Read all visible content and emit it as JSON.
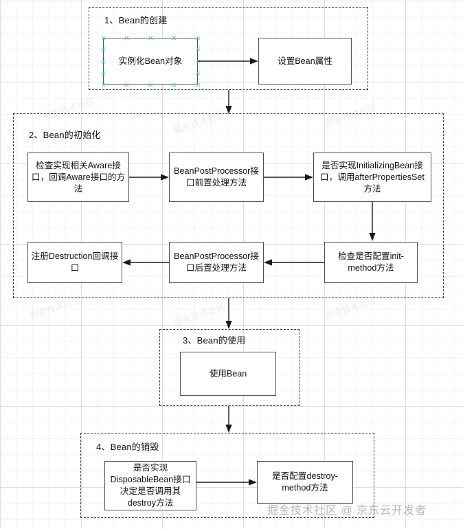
{
  "diagram": {
    "background": "#ffffff",
    "grid_color": "#a5b2c4",
    "box_border_color": "#4f4f4f",
    "group_border_color": "#3a3a3a",
    "selection_handle_color": "#4ec8f0",
    "arrow_color": "#1a1a1a"
  },
  "groups": [
    {
      "id": "g1",
      "title": "1、Bean的创建"
    },
    {
      "id": "g2",
      "title": "2、Bean的初始化"
    },
    {
      "id": "g3",
      "title": "3、Bean的使用"
    },
    {
      "id": "g4",
      "title": "4、Bean的销毁"
    }
  ],
  "nodes": [
    {
      "id": "n1",
      "label": "实例化Bean对象",
      "selected": true
    },
    {
      "id": "n2",
      "label": "设置Bean属性",
      "selected": false
    },
    {
      "id": "n3",
      "label": "检查实现相关Aware接口，回调Aware接口的方法",
      "selected": false
    },
    {
      "id": "n4",
      "label": "BeanPostProcessor接口前置处理方法",
      "selected": false
    },
    {
      "id": "n5",
      "label": "是否实现InitializingBean接口，调用afterPropertiesSet方法",
      "selected": false
    },
    {
      "id": "n6",
      "label": "检查是否配置init-method方法",
      "selected": false
    },
    {
      "id": "n7",
      "label": "BeanPostProcessor接口后置处理方法",
      "selected": false
    },
    {
      "id": "n8",
      "label": "注册Destruction回调接口",
      "selected": false
    },
    {
      "id": "n9",
      "label": "使用Bean",
      "selected": false
    },
    {
      "id": "n10",
      "label": "是否实现DisposableBean接口决定是否调用其destroy方法",
      "selected": false
    },
    {
      "id": "n11",
      "label": "是否配置destroy-method方法",
      "selected": false
    }
  ],
  "watermark": {
    "main": "掘金技术社区 @ 京东云开发者",
    "faint": "掘金技术社区"
  }
}
